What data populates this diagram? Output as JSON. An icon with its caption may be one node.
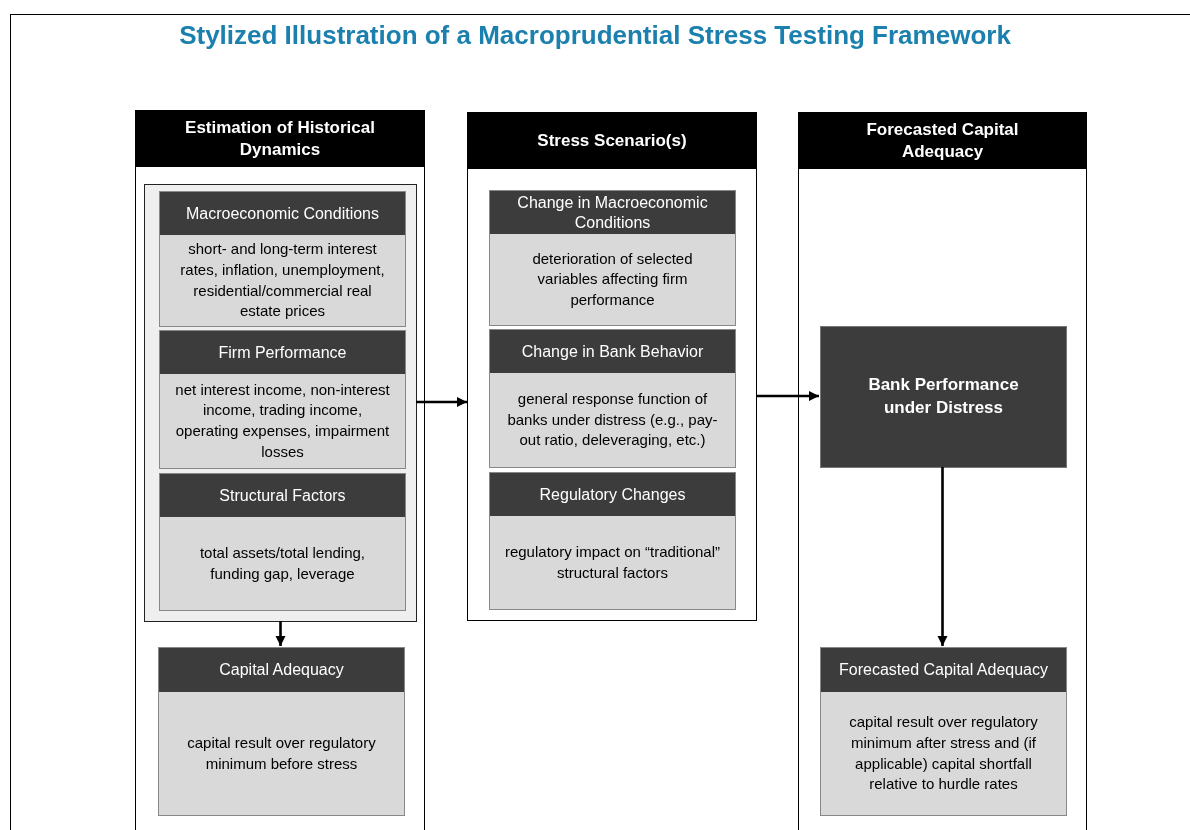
{
  "diagram": {
    "title": "Stylized Illustration of a Macroprudential Stress Testing Framework",
    "nodes": [
      {
        "text": [
          "Estimation of Historical Dynamics"
        ]
      },
      {
        "text": [],
        "shape": "box",
        "in": 0
      },
      {
        "text": [
          "Macroeconomic Conditions",
          "short- and long-term interest rates, inflation, unemployment, residential/commercial real estate prices"
        ],
        "in": 1
      },
      {
        "text": [
          "Firm Performance",
          "net interest income, non-interest income, trading income, operating expenses, impairment losses"
        ],
        "in": 1
      },
      {
        "text": [
          "Structural Factors",
          "total assets/total lending, funding gap, leverage"
        ],
        "in": 1
      },
      {
        "text": [
          "Capital Adequacy",
          "capital result over regulatory minimum before stress"
        ],
        "in": 0
      },
      {
        "text": [
          "Stress Scenario(s)"
        ]
      },
      {
        "text": [
          "Change in Macroeconomic Conditions",
          "deterioration of selected variables affecting firm performance"
        ],
        "in": 6
      },
      {
        "text": [
          "Change in Bank Behavior",
          "general response function of banks under distress (e.g., pay-out ratio, deleveraging, etc.)"
        ],
        "in": 6
      },
      {
        "text": [
          "Regulatory Changes",
          "regulatory impact on “traditional” structural factors"
        ],
        "in": 6
      },
      {
        "text": [
          "Forecasted Capital Adequacy"
        ]
      },
      {
        "text": [
          "Bank Performance under Distress"
        ],
        "in": 10
      },
      {
        "text": [
          "Forecasted Capital Adequacy",
          "capital result over regulatory minimum after stress and (if applicable) capital shortfall relative to hurdle rates"
        ],
        "in": 10
      }
    ],
    "edges": [
      {
        "from": 1,
        "to": 5,
        "arrow": "to"
      },
      {
        "from": 1,
        "to": 6,
        "arrow": "to"
      },
      {
        "from": 6,
        "to": 11,
        "arrow": "to"
      },
      {
        "from": 11,
        "to": 12,
        "arrow": "to"
      }
    ]
  }
}
